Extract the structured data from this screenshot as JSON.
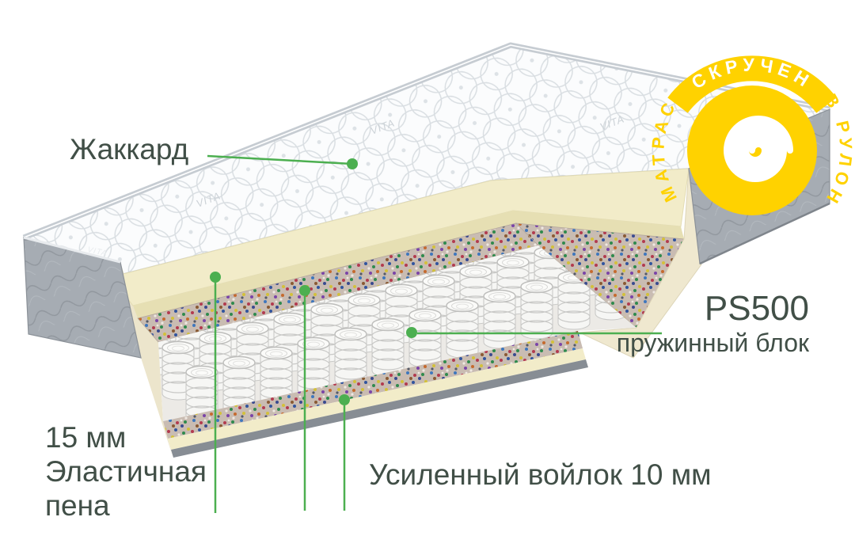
{
  "diagram": {
    "accent_color": "#4caf50",
    "label_color": "#414f47",
    "brand_mark": "VITA",
    "labels": {
      "cover": "Жаккард",
      "spring_model": "PS500",
      "spring_sub": "пружинный блок",
      "foam_lines": [
        "15 мм",
        "Эластичная",
        "пена"
      ],
      "felt": "Усиленный войлок 10 мм"
    },
    "badge": {
      "color": "#ffd200",
      "arc_top": "СКРУЧЕН",
      "arc_left": "МАТРАС",
      "arc_right": "В РУЛОН",
      "icon": "rolled-mattress-spiral"
    },
    "colors": {
      "quilt": "#fbfcfd",
      "quilt_stitch": "#d9dee2",
      "side_fabric": "#a6acb3",
      "foam": "#f2ecc9",
      "felt_base": "#c9bcb2",
      "spring": "#f6f6f4"
    }
  }
}
